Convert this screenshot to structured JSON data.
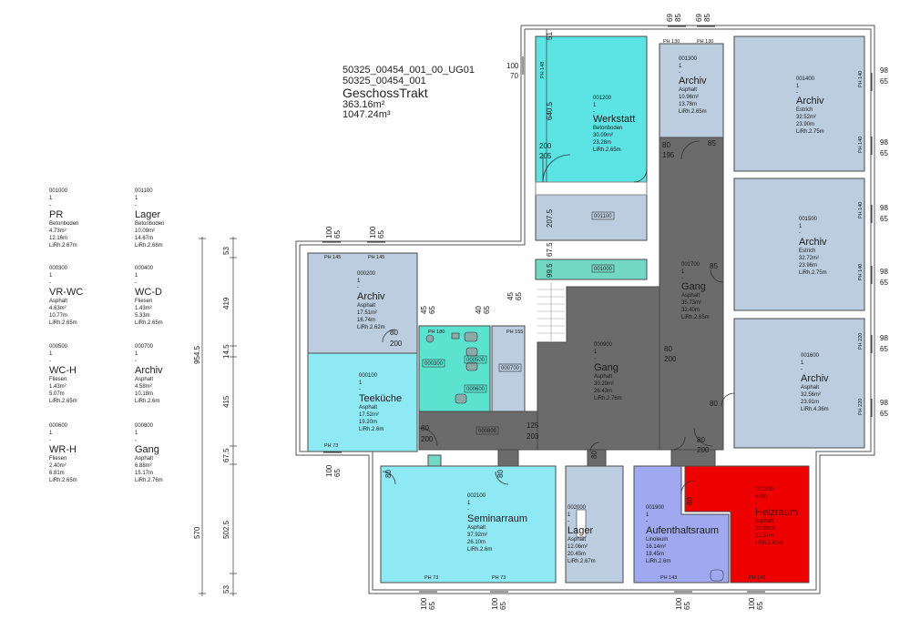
{
  "header": {
    "code1": "50325_00454_001_00_UG01",
    "code2": "50325_00454_001",
    "name": "GeschossTrakt",
    "area": "363.16m²",
    "volume": "1047.24m³"
  },
  "legend": [
    {
      "id": "001000",
      "n": "1",
      "name": "PR",
      "mat": "Betonboden",
      "area": "4.73m²",
      "perim": "12.16m",
      "h": "LiRh.2.67m"
    },
    {
      "id": "001100",
      "n": "1",
      "name": "Lager",
      "mat": "Betonboden",
      "area": "10.09m²",
      "perim": "14.67m",
      "h": "LiRh.2.68m"
    },
    {
      "id": "000300",
      "n": "1",
      "name": "VR-WC",
      "mat": "Asphalt",
      "area": "4.63m²",
      "perim": "10.77m",
      "h": "LiRh.2.65m"
    },
    {
      "id": "000400",
      "n": "1",
      "name": "WC-D",
      "mat": "Fliesen",
      "area": "1.43m²",
      "perim": "5.33m",
      "h": "LiRh.2.65m"
    },
    {
      "id": "000500",
      "n": "1",
      "name": "WC-H",
      "mat": "Fliesen",
      "area": "1.43m²",
      "perim": "5.07m",
      "h": "LiRh.2.65m"
    },
    {
      "id": "000700",
      "n": "1",
      "name": "Archiv",
      "mat": "Asphalt",
      "area": "4.58m²",
      "perim": "10.18m",
      "h": "LiRh.2.6m"
    },
    {
      "id": "000600",
      "n": "1",
      "name": "WR-H",
      "mat": "Fliesen",
      "area": "2.40m²",
      "perim": "6.81m",
      "h": "LiRh.2.65m"
    },
    {
      "id": "000800",
      "n": "1",
      "name": "Gang",
      "mat": "Asphalt",
      "area": "6.88m²",
      "perim": "15.17m",
      "h": "LiRh.2.76m"
    }
  ],
  "rooms": [
    {
      "id": "001200",
      "n": "1",
      "name": "Werkstatt",
      "mat": "Betonboden",
      "area": "30.09m²",
      "perim": "23.28m",
      "h": "LiRh.2.65m"
    },
    {
      "id": "001300",
      "n": "1",
      "name": "Archiv",
      "mat": "Asphalt",
      "area": "10.96m²",
      "perim": "13.78m",
      "h": "LiRh.2.65m"
    },
    {
      "id": "001400",
      "n": "1",
      "name": "Archiv",
      "mat": "Estrich",
      "area": "32.52m²",
      "perim": "23.90m",
      "h": "LiRh.2.75m"
    },
    {
      "id": "001500",
      "n": "1",
      "name": "Archiv",
      "mat": "Estrich",
      "area": "32.72m²",
      "perim": "23.96m",
      "h": "LiRh.2.75m"
    },
    {
      "id": "001700",
      "n": "1",
      "name": "Gang",
      "mat": "Asphalt",
      "area": "35.73m²",
      "perim": "32.40m",
      "h": "LiRh.2.65m"
    },
    {
      "id": "000900",
      "n": "1",
      "name": "Gang",
      "mat": "Asphalt",
      "area": "30.29m²",
      "perim": "26.43m",
      "h": "LiRh.2.76m"
    },
    {
      "id": "000200",
      "n": "1",
      "name": "Archiv",
      "mat": "Asphalt",
      "area": "17.51m²",
      "perim": "16.74m",
      "h": "LiRh.2.62m"
    },
    {
      "id": "000100",
      "n": "1",
      "name": "Teeküche",
      "mat": "Asphalt",
      "area": "17.52m²",
      "perim": "19.20m",
      "h": "LiRh.2.6m"
    },
    {
      "id": "001600",
      "n": "1",
      "name": "Archiv",
      "mat": "Asphalt",
      "area": "32.56m²",
      "perim": "23.91m",
      "h": "LiRh.4.36m"
    },
    {
      "id": "002100",
      "n": "1",
      "name": "Seminarraum",
      "mat": "Asphalt",
      "area": "37.92m²",
      "perim": "26.10m",
      "h": "LiRh.2.6m"
    },
    {
      "id": "002000",
      "n": "1",
      "name": "Lager",
      "mat": "Asphalt",
      "area": "12.06m²",
      "perim": "20.45m",
      "h": "LiRh.2.67m"
    },
    {
      "id": "001900",
      "n": "1",
      "name": "Aufenthaltsraum",
      "mat": "Linoleum",
      "area": "16.14m²",
      "perim": "18.45m",
      "h": "LiRh.2.6m"
    },
    {
      "id": "001800",
      "n": "9000",
      "name": "Heizraum",
      "mat": "Asphalt",
      "area": "20.96m²",
      "perim": "22.27m",
      "h": "LiRh.2.65m"
    }
  ],
  "tags": [
    "001100",
    "001000",
    "000300",
    "000500",
    "000700",
    "000600",
    "000800"
  ],
  "dims": {
    "v1": "954.5",
    "v2": "53",
    "v3": "419",
    "v4": "14.5",
    "v5": "415",
    "v6": "67.5",
    "v7": "570",
    "v8": "502.5",
    "v9": "53",
    "w1": "640.5",
    "w2": "51",
    "w3": "207.5",
    "w4": "67.5",
    "w5": "99.5",
    "d100": "100",
    "d65": "65",
    "d70": "70",
    "d69": "69",
    "d98": "98",
    "d45": "45",
    "d40": "40",
    "d200": "200",
    "d205": "205",
    "d80": "80",
    "d85": "85",
    "d195": "195",
    "d125": "125",
    "d203": "203"
  },
  "windows": {
    "ph145": "PH 145",
    "ph130": "PH 130",
    "ph140": "PH 140",
    "ph148": "PH 148",
    "ph155": "PH 155",
    "ph180": "PH 180",
    "ph220": "PH 220",
    "ph73": "PH 73",
    "ph143": "PH 143"
  },
  "colors": {
    "cyan": "#5ce3e3",
    "blue": "#bccde0",
    "gray": "#6b6b6b",
    "teal": "#73d8c4",
    "lightcyan": "#8fe9f5",
    "violet": "#a0a9f0",
    "red": "#ee0000"
  }
}
